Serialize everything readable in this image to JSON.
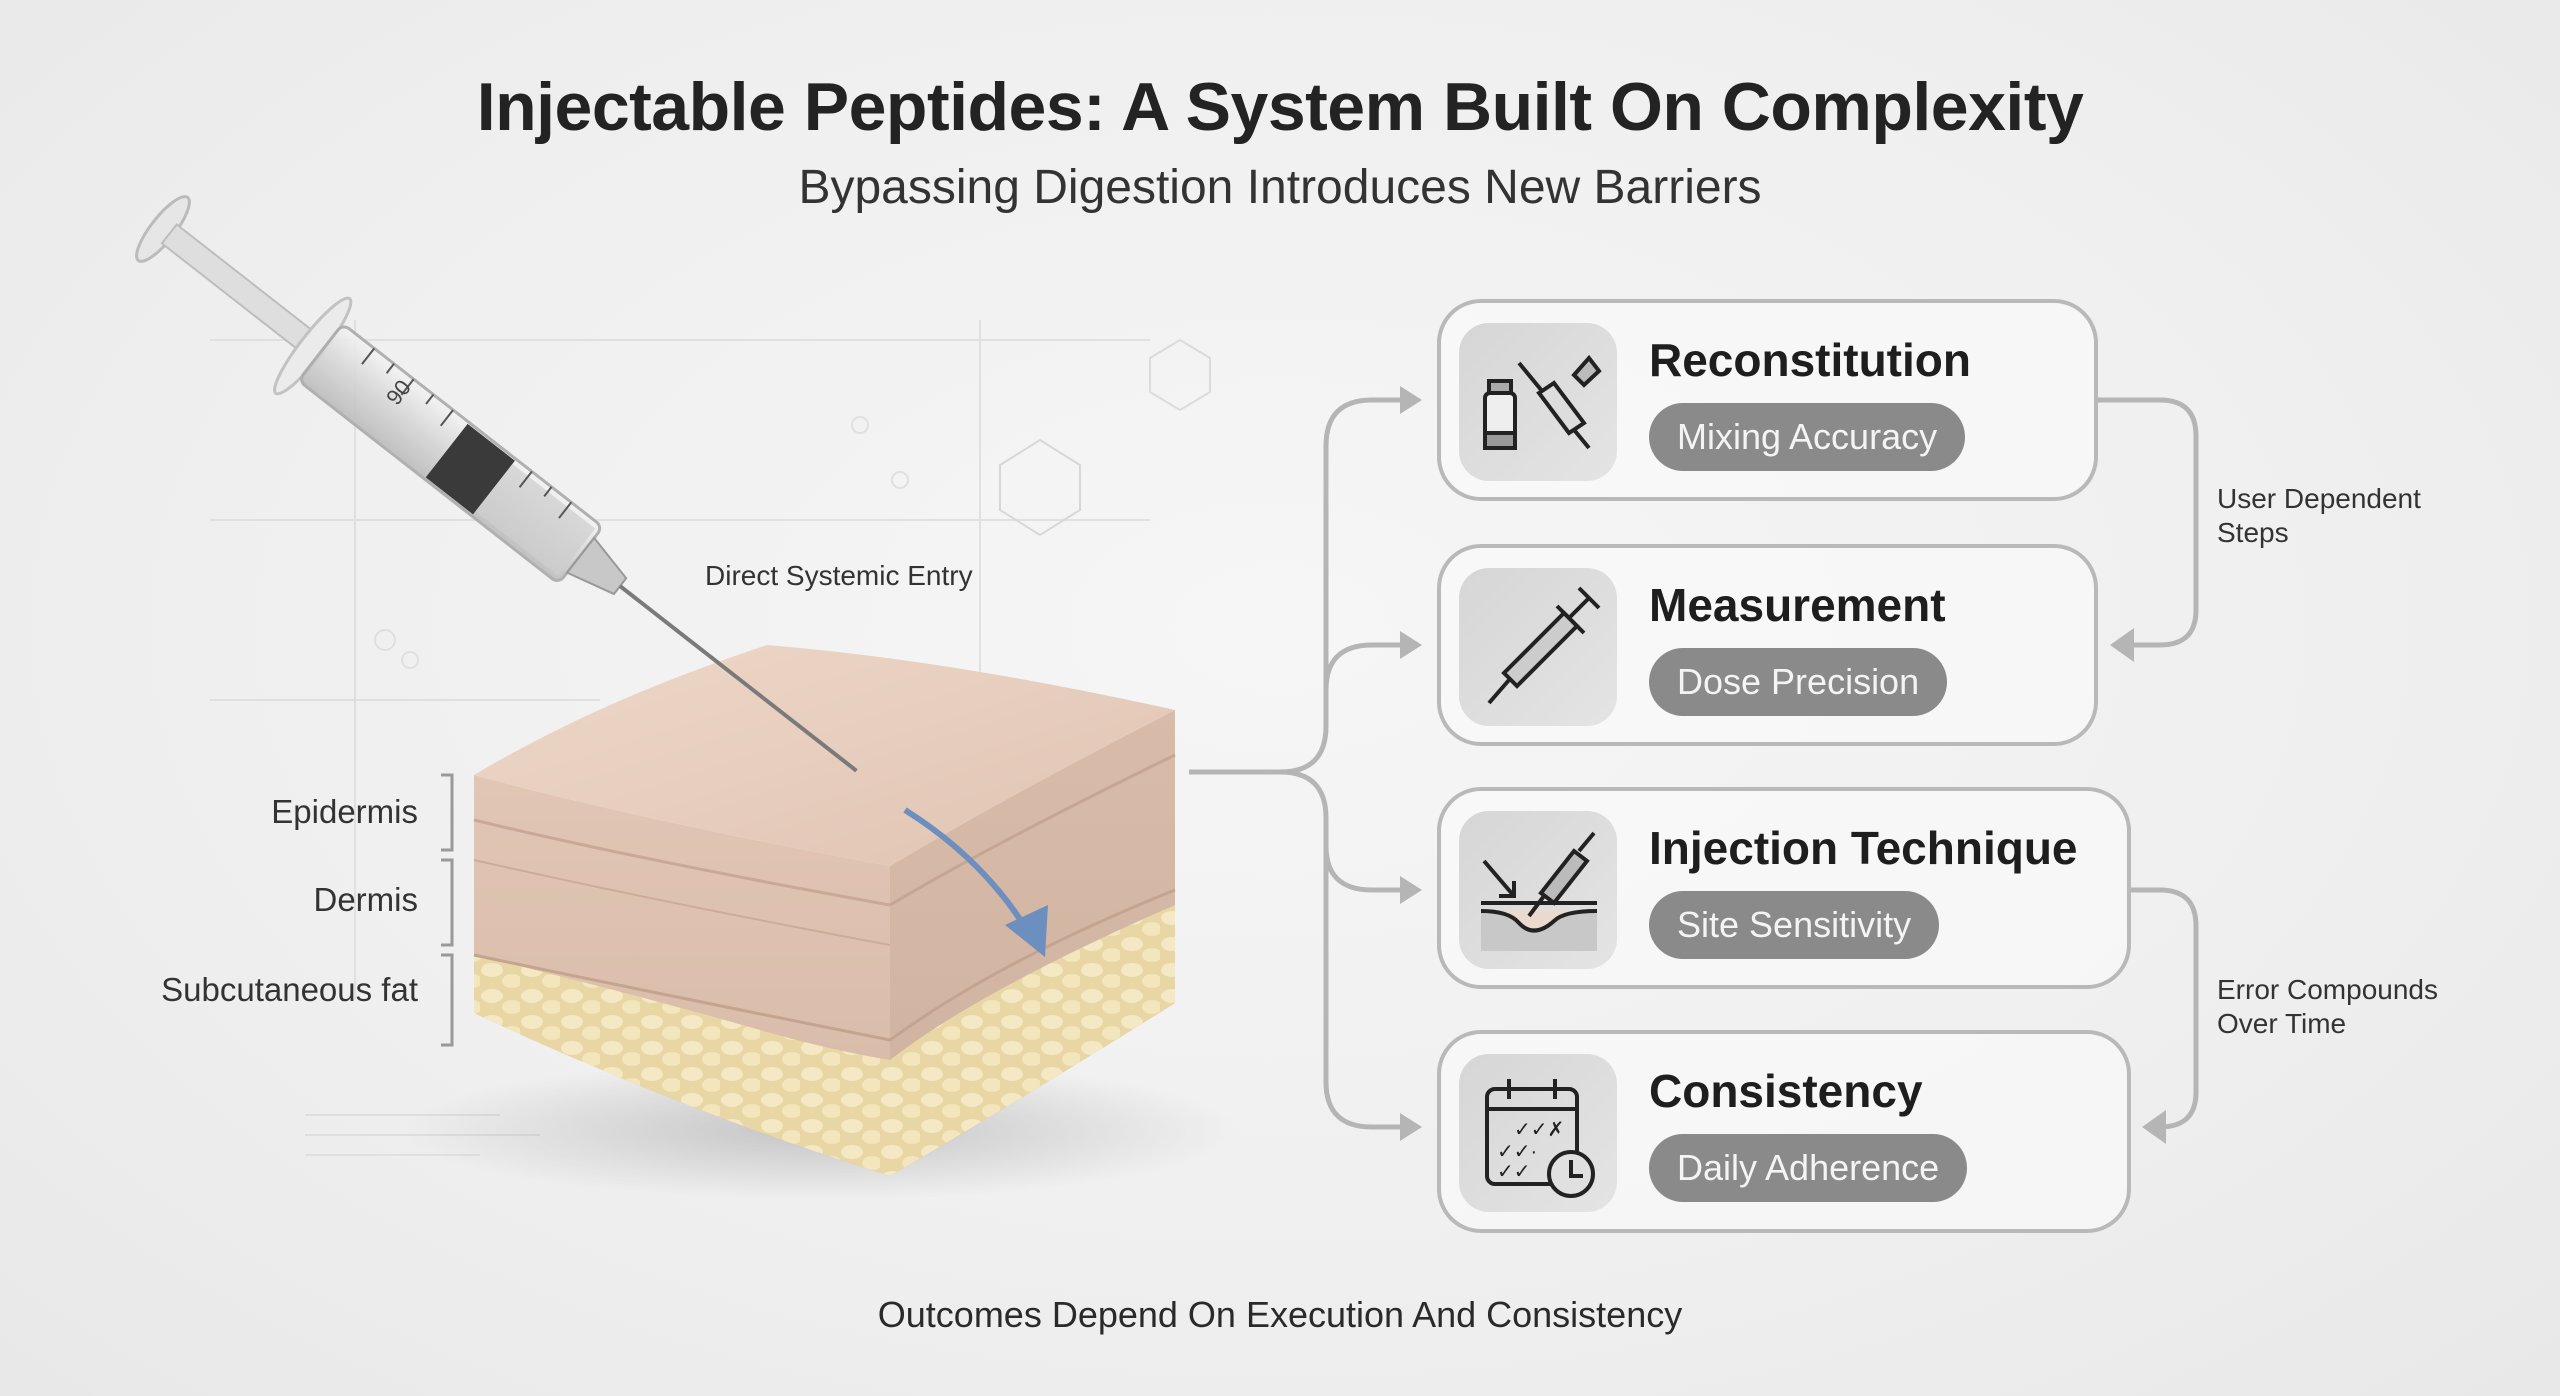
{
  "header": {
    "title": "Injectable Peptides: A System Built On Complexity",
    "subtitle": "Bypassing Digestion Introduces New Barriers"
  },
  "skin_diagram": {
    "entry_label": "Direct Systemic Entry",
    "layers": [
      "Epidermis",
      "Dermis",
      "Subcutaneous fat"
    ],
    "syringe_marking": "06"
  },
  "steps": [
    {
      "title": "Reconstitution",
      "tag": "Mixing Accuracy",
      "icon": "vial-syringe-icon"
    },
    {
      "title": "Measurement",
      "tag": "Dose Precision",
      "icon": "syringe-icon"
    },
    {
      "title": "Injection Technique",
      "tag": "Site Sensitivity",
      "icon": "injection-site-icon"
    },
    {
      "title": "Consistency",
      "tag": "Daily Adherence",
      "icon": "calendar-clock-icon"
    }
  ],
  "side_notes": {
    "upper": [
      "User Dependent",
      "Steps"
    ],
    "lower": [
      "Error Compounds",
      "Over Time"
    ]
  },
  "footer": "Outcomes Depend On Execution And Consistency",
  "colors": {
    "card_border": "#b9b9b9",
    "pill": "#8a8a8a",
    "skin": "#e6cbbb",
    "fat": "#efe2b5",
    "arrow_blue": "#6d8fbf"
  }
}
